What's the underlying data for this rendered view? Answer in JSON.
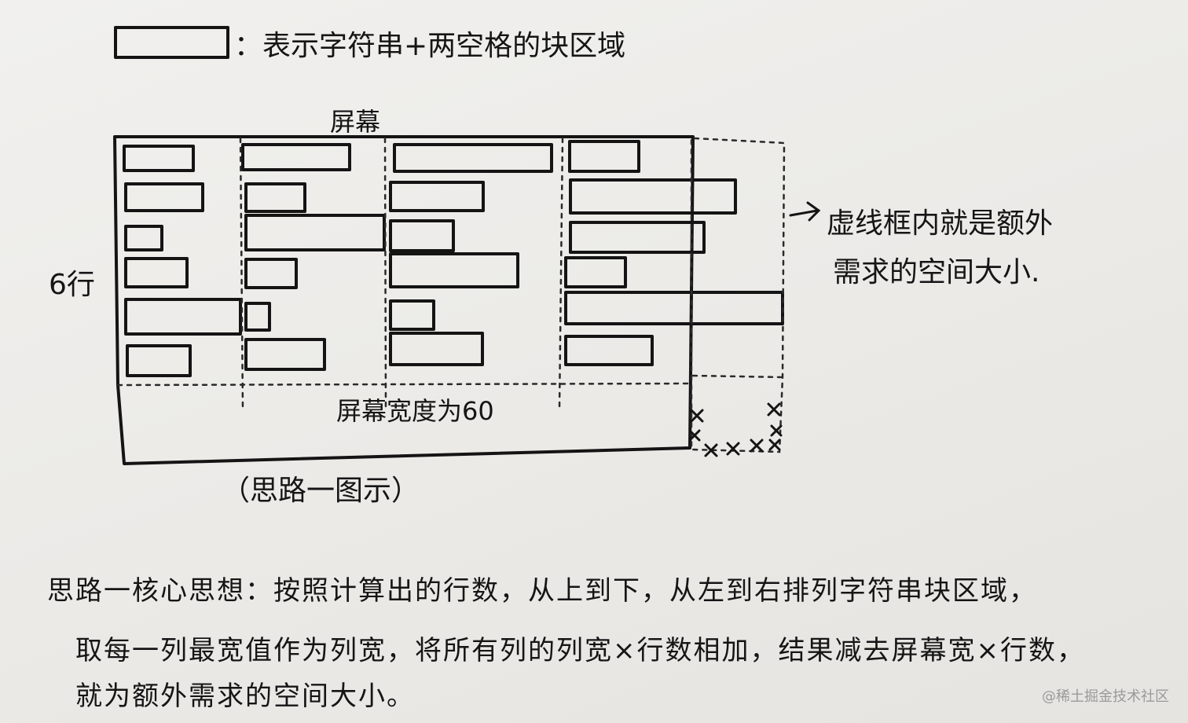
{
  "legend": {
    "text": "：表示字符串+两空格的块区域"
  },
  "diagram": {
    "top_label": "屏幕",
    "row_label": "6行",
    "width_label": "屏幕宽度为60",
    "caption": "（思路一图示）",
    "side_note_line1": "虚线框内就是额外",
    "side_note_line2": "需求的空间大小."
  },
  "explanation": {
    "line1": "思路一核心思想：按照计算出的行数，从上到下，从左到右排列字符串块区域，",
    "line2": "取每一列最宽值作为列宽，将所有列的列宽×行数相加，结果减去屏幕宽×行数，",
    "line3": "就为额外需求的空间大小。"
  },
  "watermark": "@稀土掘金技术社区"
}
